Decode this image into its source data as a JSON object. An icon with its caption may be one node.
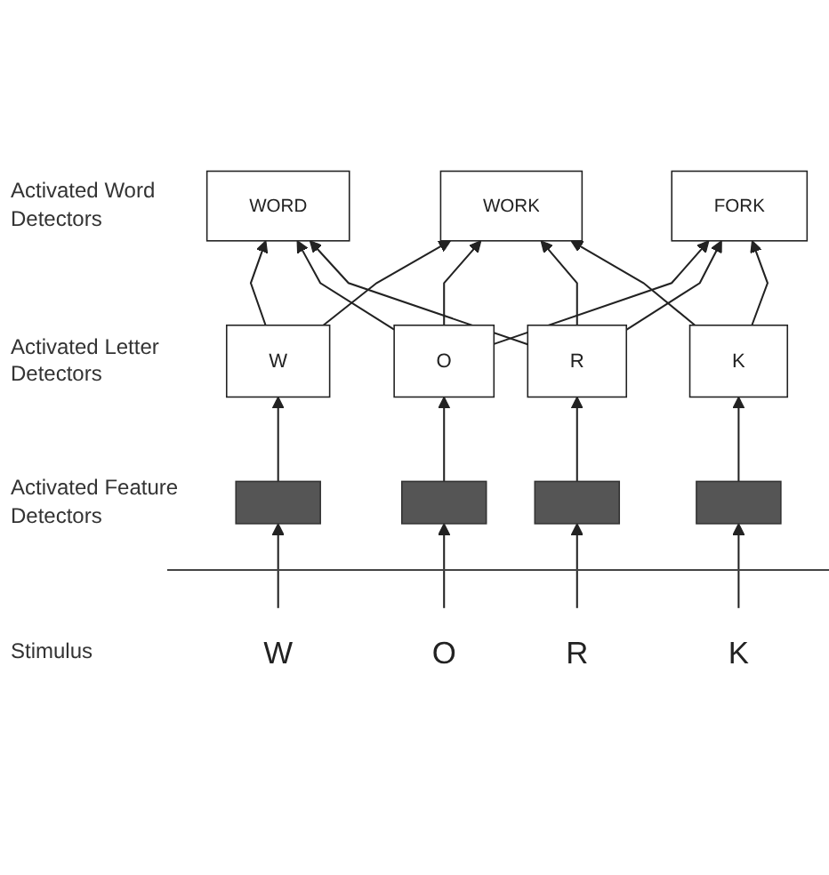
{
  "diagram": {
    "nodes": [
      {
        "text": [
          "FORK"
        ]
      },
      {
        "text": [
          "WORD"
        ]
      },
      {
        "text": [
          "WORK"
        ]
      },
      {
        "text": [
          "W"
        ]
      },
      {
        "text": [
          "O"
        ]
      },
      {
        "text": [
          "R"
        ]
      },
      {
        "text": [
          "K"
        ]
      },
      {
        "text": [],
        "shape": "box"
      },
      {
        "text": [],
        "shape": "box"
      },
      {
        "text": [],
        "shape": "box"
      },
      {
        "text": [],
        "shape": "box"
      },
      {
        "text": [
          "W"
        ]
      },
      {
        "text": [
          "O"
        ]
      },
      {
        "text": [
          "R"
        ]
      },
      {
        "text": [
          "K"
        ]
      }
    ],
    "edges": [
      {
        "from": 11,
        "to": 7,
        "arrow": "to"
      },
      {
        "from": 12,
        "to": 8,
        "arrow": "to"
      },
      {
        "from": 13,
        "to": 9,
        "arrow": "to"
      },
      {
        "from": 14,
        "to": 10,
        "arrow": "to"
      },
      {
        "from": 7,
        "to": 3,
        "arrow": "to"
      },
      {
        "from": 8,
        "to": 4,
        "arrow": "to"
      },
      {
        "from": 9,
        "to": 5,
        "arrow": "to"
      },
      {
        "from": 10,
        "to": 6,
        "arrow": "to"
      },
      {
        "from": 3,
        "to": 1,
        "arrow": "to"
      },
      {
        "from": 3,
        "to": 2,
        "arrow": "to"
      },
      {
        "from": 4,
        "to": 0,
        "arrow": "to"
      },
      {
        "from": 4,
        "to": 1,
        "arrow": "to"
      },
      {
        "from": 4,
        "to": 2,
        "arrow": "to"
      },
      {
        "from": 5,
        "to": 0,
        "arrow": "to"
      },
      {
        "from": 5,
        "to": 1,
        "arrow": "to"
      },
      {
        "from": 5,
        "to": 2,
        "arrow": "to"
      },
      {
        "from": 6,
        "to": 0,
        "arrow": "to"
      },
      {
        "from": 6,
        "to": 2,
        "arrow": "to"
      }
    ],
    "labels": [
      "Activated Word Detectors",
      "Activated Letter Detectors",
      "Activated Feature Detectors",
      "Stimulus"
    ]
  }
}
